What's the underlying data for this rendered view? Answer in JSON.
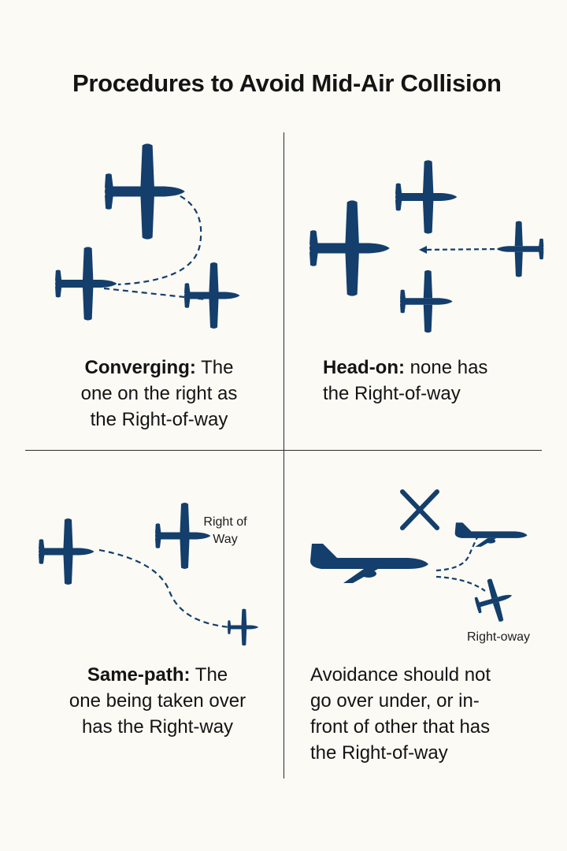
{
  "title": "Procedures to Avoid Mid-Air Collision",
  "colors": {
    "aircraft": "#143e6b",
    "background": "#fbfaf5",
    "text": "#141414",
    "divider": "#2c2c2c"
  },
  "panels": {
    "converging": {
      "heading": "Converging:",
      "line1_rest": " The",
      "line2": "one on the right as",
      "line3": "the Right-of-way"
    },
    "head_on": {
      "heading": "Head-on:",
      "line1_rest": " none has",
      "line2": "the Right-of-way"
    },
    "same_path": {
      "heading": "Same-path:",
      "line1_rest": " The",
      "line2": "one being taken over",
      "line3": "has the Right-way",
      "label_line1": "Right of",
      "label_line2": "Way"
    },
    "avoidance": {
      "line1": "Avoidance should not",
      "line2": "go over under, or in-",
      "line3": "front of other that has",
      "line4": "the Right-of-way",
      "label": "Right-oway"
    }
  }
}
